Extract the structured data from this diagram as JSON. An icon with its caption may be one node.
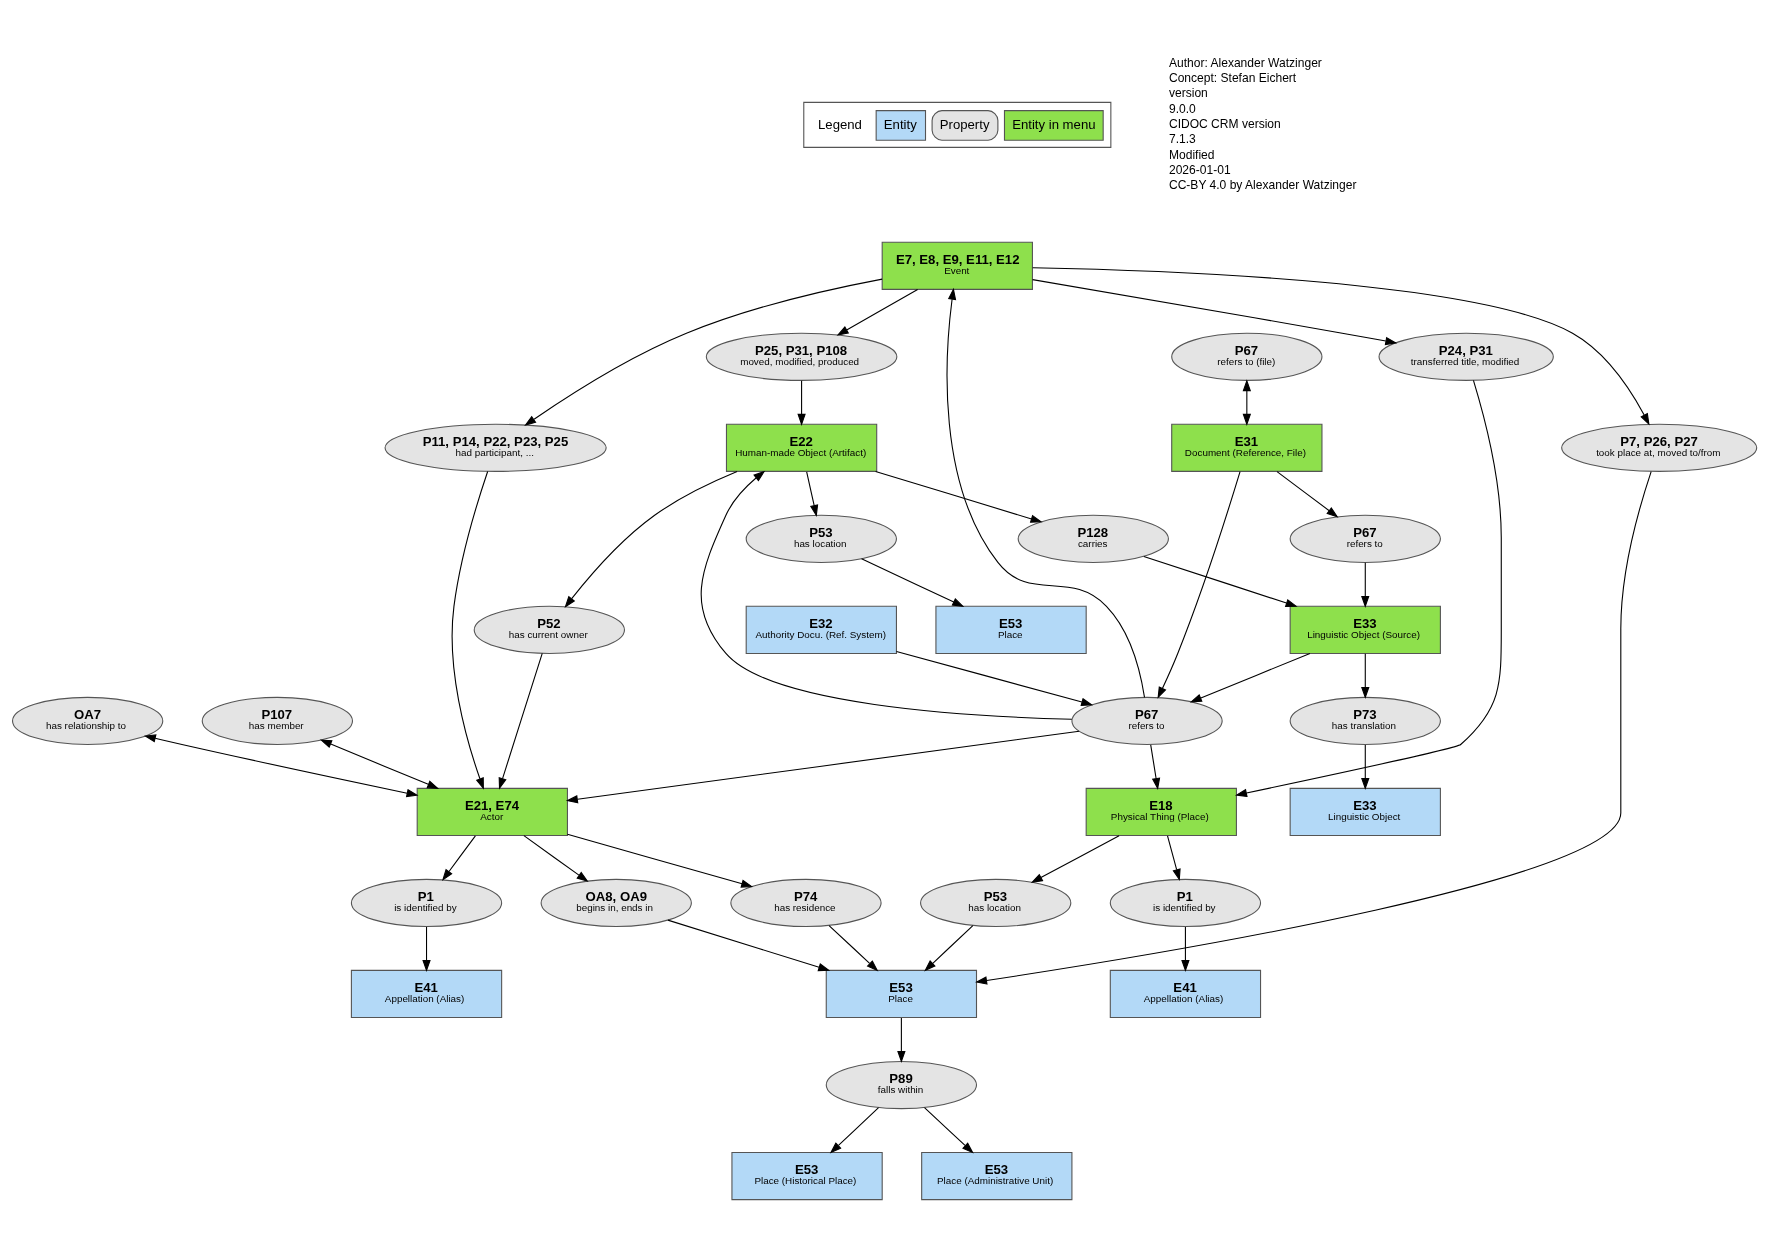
{
  "diagram": {
    "nodes": [
      {
        "text": [
          "E53",
          "Place (Historical Place)"
        ]
      },
      {
        "text": [
          "P89",
          "falls within"
        ]
      },
      {
        "text": [
          "E53",
          "Place (Administrative Unit)"
        ]
      },
      {
        "text": [
          "E41",
          "Appellation (Alias)"
        ]
      },
      {
        "text": [
          "OA8, OA9",
          "begins in, ends in"
        ]
      },
      {
        "text": [
          "E53",
          "Place"
        ]
      },
      {
        "text": [
          "P53",
          "has location"
        ]
      },
      {
        "text": [
          "P1",
          "is identified by"
        ]
      },
      {
        "text": [
          "P74",
          "has residence"
        ]
      },
      {
        "text": [
          "P7, P26, P27",
          "took place at, moved to/from"
        ]
      },
      {
        "text": [
          "E41",
          "Appellation (Alias)"
        ]
      },
      {
        "text": [
          "OA7",
          "has relationship to"
        ]
      },
      {
        "text": [
          "E21, E74",
          "Actor"
        ]
      },
      {
        "text": [
          "P11, P14, P22, P23, P25",
          "had participant, ..."
        ]
      },
      {
        "text": [
          "E7, E8, E9, E11, E12",
          "Event"
        ]
      },
      {
        "text": [
          "P24, P31",
          "transferred title, modified"
        ]
      },
      {
        "text": [
          "E18",
          "Physical Thing (Place)"
        ]
      },
      {
        "text": [
          "P1",
          "is identified by"
        ]
      },
      {
        "text": [
          "P107",
          "has member"
        ]
      },
      {
        "text": [
          "P52",
          "has current owner"
        ]
      },
      {
        "text": [
          "P25, P31, P108",
          "moved, modified, produced"
        ]
      },
      {
        "text": [
          "E32",
          "Authority Docu. (Ref. System)"
        ]
      },
      {
        "text": [
          "P67",
          "refers to"
        ]
      },
      {
        "text": [
          "E22",
          "Human-made Object (Artifact)"
        ]
      },
      {
        "text": [
          "P53",
          "has location"
        ]
      },
      {
        "text": [
          "E53",
          "Place"
        ]
      },
      {
        "text": [
          "P67",
          "refers to (file)"
        ]
      },
      {
        "text": [
          "E31",
          "Document (Reference, File)"
        ]
      },
      {
        "text": [
          "P67",
          "refers to"
        ]
      },
      {
        "text": [
          "E33",
          "Linguistic Object (Source)"
        ]
      },
      {
        "text": [
          "P128",
          "carries"
        ]
      },
      {
        "text": [
          "P73",
          "has translation"
        ]
      },
      {
        "text": [
          "E33",
          "Linguistic Object"
        ]
      }
    ],
    "edges": [
      {
        "from": 1,
        "to": 0,
        "arrow": "to"
      },
      {
        "from": 1,
        "to": 2,
        "arrow": "to"
      },
      {
        "from": 5,
        "to": 1,
        "arrow": "to"
      },
      {
        "from": 4,
        "to": 5,
        "arrow": "to"
      },
      {
        "from": 6,
        "to": 5,
        "arrow": "to"
      },
      {
        "from": 16,
        "to": 6,
        "arrow": "to"
      },
      {
        "from": 7,
        "to": 3,
        "arrow": "to"
      },
      {
        "from": 12,
        "to": 7,
        "arrow": "to"
      },
      {
        "from": 12,
        "to": 4,
        "arrow": "to"
      },
      {
        "from": 12,
        "to": 8,
        "arrow": "to"
      },
      {
        "from": 8,
        "to": 5,
        "arrow": "to"
      },
      {
        "from": 9,
        "to": 5,
        "arrow": "to"
      },
      {
        "from": 14,
        "to": 9,
        "arrow": "to"
      },
      {
        "from": 17,
        "to": 10,
        "arrow": "to"
      },
      {
        "from": 11,
        "to": 12,
        "arrow": "both"
      },
      {
        "from": 18,
        "to": 12,
        "arrow": "both"
      },
      {
        "from": 13,
        "to": 12,
        "arrow": "to"
      },
      {
        "from": 14,
        "to": 13,
        "arrow": "to"
      },
      {
        "from": 14,
        "to": 15,
        "arrow": "to"
      },
      {
        "from": 15,
        "to": 16,
        "arrow": "to"
      },
      {
        "from": 16,
        "to": 17,
        "arrow": "to"
      },
      {
        "from": 19,
        "to": 12,
        "arrow": "to"
      },
      {
        "from": 23,
        "to": 19,
        "arrow": "to"
      },
      {
        "from": 14,
        "to": 20,
        "arrow": "to"
      },
      {
        "from": 20,
        "to": 23,
        "arrow": "to"
      },
      {
        "from": 22,
        "to": 12,
        "arrow": "to"
      },
      {
        "from": 22,
        "to": 14,
        "arrow": "to"
      },
      {
        "from": 22,
        "to": 16,
        "arrow": "to"
      },
      {
        "from": 21,
        "to": 22,
        "arrow": "to"
      },
      {
        "from": 22,
        "to": 23,
        "arrow": "to"
      },
      {
        "from": 23,
        "to": 24,
        "arrow": "to"
      },
      {
        "from": 24,
        "to": 25,
        "arrow": "to"
      },
      {
        "from": 23,
        "to": 30,
        "arrow": "to"
      },
      {
        "from": 30,
        "to": 29,
        "arrow": "to"
      },
      {
        "from": 29,
        "to": 22,
        "arrow": "to"
      },
      {
        "from": 27,
        "to": 22,
        "arrow": "to"
      },
      {
        "from": 26,
        "to": 27,
        "arrow": "both"
      },
      {
        "from": 27,
        "to": 28,
        "arrow": "to"
      },
      {
        "from": 28,
        "to": 29,
        "arrow": "to"
      },
      {
        "from": 29,
        "to": 31,
        "arrow": "to"
      },
      {
        "from": 31,
        "to": 32,
        "arrow": "to"
      }
    ],
    "labels": [
      "Legend",
      "Author: Alexander Watzinger",
      "Concept: Stefan Eichert",
      "version",
      "9.0.0",
      "CIDOC CRM version",
      "7.1.3",
      "Modified",
      "2026-01-01",
      "CC-BY 4.0 by Alexander Watzinger"
    ],
    "legend": [
      {
        "text": "Entity",
        "color": "#b3d9f7"
      },
      {
        "text": "Property"
      },
      {
        "text": "Entity in menu",
        "color": "#8ee04c"
      }
    ]
  }
}
